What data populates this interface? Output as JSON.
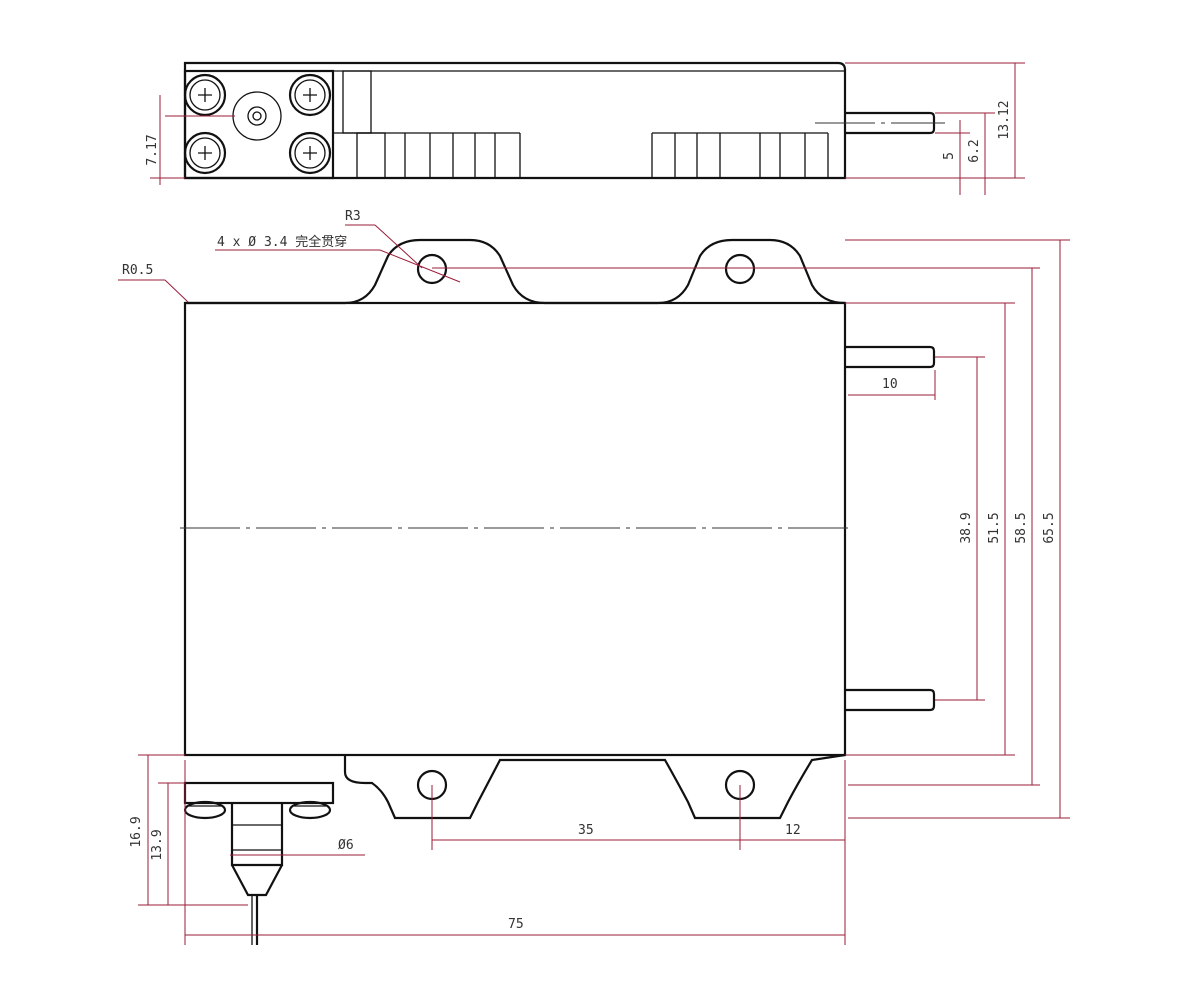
{
  "colors": {
    "outline": "#111111",
    "dimension": "#9b1d3a",
    "text": "#333333"
  },
  "top_view": {
    "dims": {
      "d_7_17": "7.17",
      "d_13_12": "13.12",
      "d_6_2": "6.2",
      "d_5": "5"
    }
  },
  "front_view": {
    "labels": {
      "hole_note": "4 x Ø 3.4 完全贯穿",
      "r3": "R3",
      "r0_5": "R0.5",
      "phi6": "Ø6"
    },
    "dims": {
      "d_10": "10",
      "d_38_9": "38.9",
      "d_51_5": "51.5",
      "d_58_5": "58.5",
      "d_65_5": "65.5",
      "d_35": "35",
      "d_12": "12",
      "d_16_9": "16.9",
      "d_13_9": "13.9",
      "d_75": "75"
    }
  }
}
